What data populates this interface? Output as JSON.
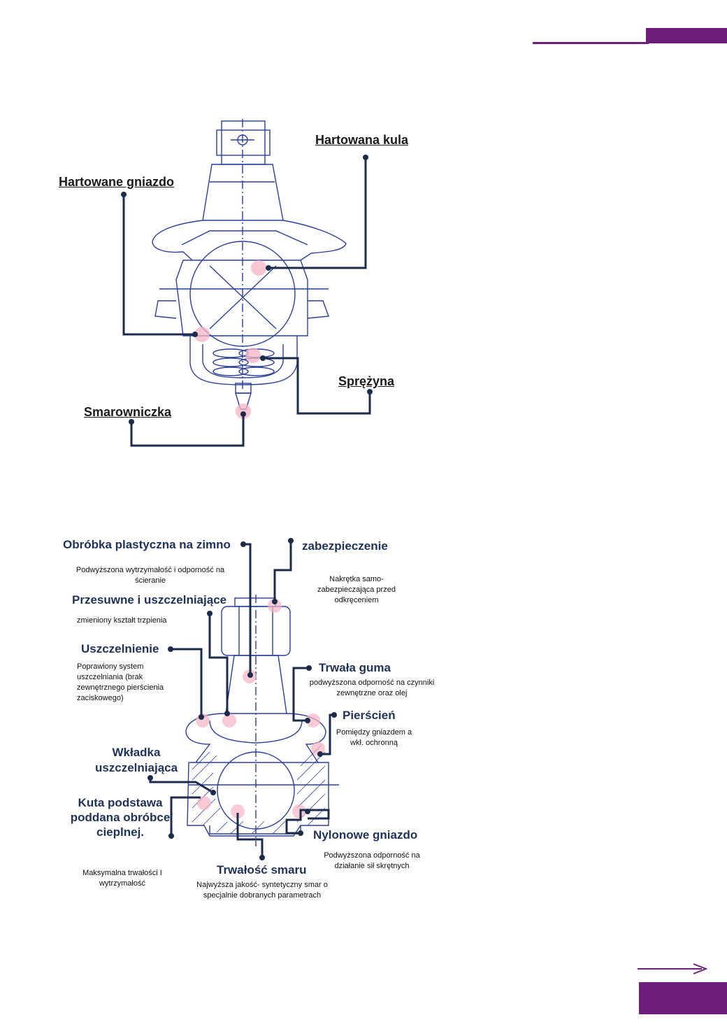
{
  "theme": {
    "accent": "#6e1f7c",
    "line": "#1c2b4a",
    "drawing": "#2b3f9a",
    "highlight": "#f5b4c4"
  },
  "top_diagram": {
    "labels": {
      "hardened_ball": "Hartowana kula",
      "hardened_socket": "Hartowane gniazdo",
      "spring": "Sprężyna",
      "grease_nipple": "Smarowniczka"
    }
  },
  "bottom_diagram": {
    "labels": {
      "cold_forming": "Obróbka plastyczna na zimno",
      "cold_forming_note": "Podwyższona wytrzymałość i odporność na ścieranie",
      "securing": "zabezpieczenie",
      "securing_note": "Nakrętka samo-zabezpieczająca przed odkręceniem",
      "sliding_sealing": "Przesuwne i uszczelniające",
      "sliding_sealing_note": "zmieniony kształt trzpienia",
      "seal": "Uszczelnienie",
      "seal_note": "Poprawiony system uszczelniania (brak zewnętrznego pierścienia zaciskowego)",
      "durable_rubber": "Trwała guma",
      "durable_rubber_note": "podwyższona odporność na czynniki zewnętrzne oraz olej",
      "ring": "Pierścień",
      "ring_note": "Pomiędzy gniazdem a wkł. ochronną",
      "sealing_insert": "Wkładka uszczelniająca",
      "forged_base": "Kuta podstawa poddana obróbce cieplnej.",
      "forged_base_note": "Maksymalna trwałości I wytrzymałość",
      "nylon_socket": "Nylonowe gniazdo",
      "nylon_socket_note": "Podwyższona odporność na działanie sił skrętnych",
      "grease_life": "Trwałość smaru",
      "grease_life_note": "Najwyższa jakość- syntetyczny smar o specjalnie dobranych parametrach"
    }
  },
  "icons": {
    "next_page": "arrow-right-icon"
  }
}
